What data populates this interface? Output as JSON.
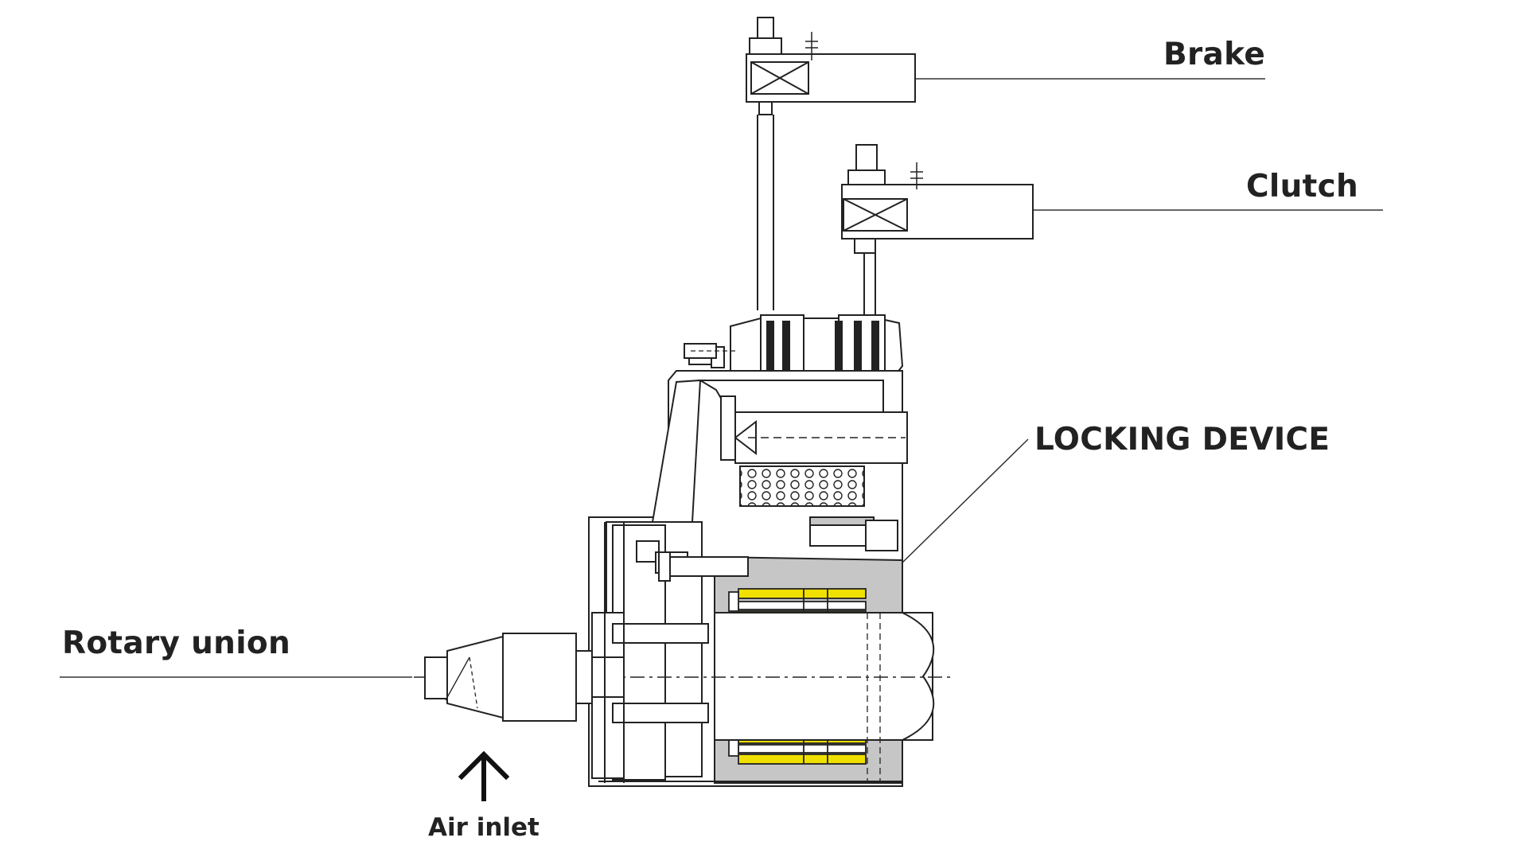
{
  "labels": {
    "brake": "Brake",
    "clutch": "Clutch",
    "locking_device": "LOCKING DEVICE",
    "rotary_union": "Rotary union",
    "air_inlet": "Air inlet"
  },
  "colors": {
    "line": "#222222",
    "hatch": "#c6c6c6",
    "highlight": "#f0e000",
    "text": "#222222"
  },
  "icons": {
    "arrow": "arrow-up-icon"
  }
}
